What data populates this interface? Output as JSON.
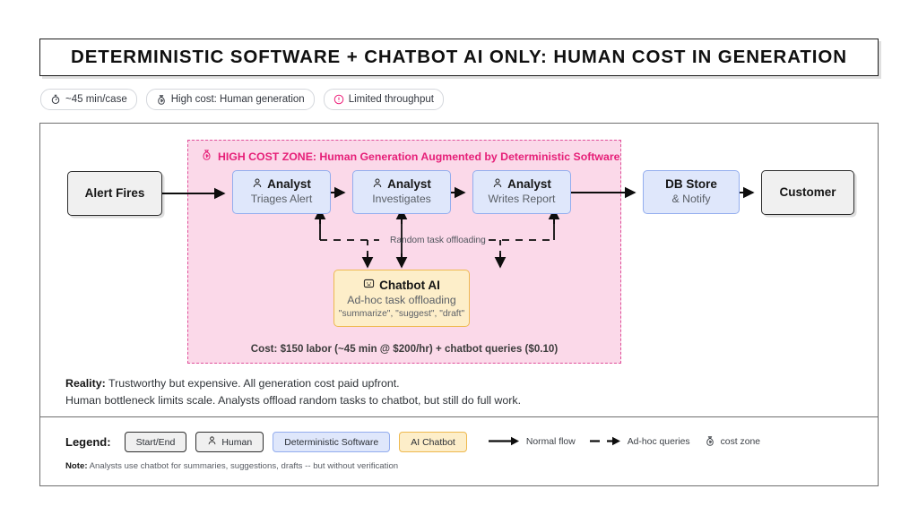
{
  "title": "DETERMINISTIC SOFTWARE + CHATBOT AI ONLY: HUMAN COST IN GENERATION",
  "chips": [
    {
      "icon": "stopwatch-icon",
      "label": "~45 min/case"
    },
    {
      "icon": "money-bag-icon",
      "label": "High cost: Human generation"
    },
    {
      "icon": "warning-circle-icon",
      "label": "Limited throughput"
    }
  ],
  "zone": {
    "icon": "money-bag-icon",
    "title": "HIGH COST ZONE: Human Generation Augmented by Deterministic Software",
    "cost": "Cost: $150 labor (~45 min @ $200/hr) + chatbot queries ($0.10)"
  },
  "nodes": {
    "alert": {
      "title": "Alert Fires",
      "sub": ""
    },
    "triage": {
      "icon": "person-icon",
      "title": "Analyst",
      "sub": "Triages Alert"
    },
    "investigate": {
      "icon": "person-icon",
      "title": "Analyst",
      "sub": "Investigates"
    },
    "report": {
      "icon": "person-icon",
      "title": "Analyst",
      "sub": "Writes Report"
    },
    "db": {
      "title": "DB Store",
      "sub": "& Notify"
    },
    "customer": {
      "title": "Customer",
      "sub": ""
    },
    "chatbot": {
      "icon": "smiley-icon",
      "title": "Chatbot AI",
      "sub": "Ad-hoc task offloading",
      "sub2": "\"summarize\", \"suggest\", \"draft\""
    }
  },
  "edges": {
    "offload_label": "Random task offloading"
  },
  "reality": {
    "label": "Reality:",
    "line1": " Trustworthy but expensive. All generation cost paid upfront.",
    "line2": "Human bottleneck limits scale. Analysts offload random tasks to chatbot, but still do full work."
  },
  "legend": {
    "label": "Legend:",
    "chips": [
      {
        "key": "start-end",
        "label": "Start/End",
        "icon": ""
      },
      {
        "key": "human",
        "label": "Human",
        "icon": "person-icon"
      },
      {
        "key": "deterministic-software",
        "label": "Deterministic Software",
        "icon": ""
      },
      {
        "key": "ai-chatbot",
        "label": "AI Chatbot",
        "icon": ""
      }
    ],
    "keys": [
      {
        "key": "normal-flow",
        "label": "Normal flow",
        "icon": "solid-arrow-icon"
      },
      {
        "key": "ad-hoc-queries",
        "label": "Ad-hoc queries",
        "icon": "dashed-arrow-icon"
      },
      {
        "key": "cost-zone",
        "label": "cost zone",
        "icon": "money-bag-icon"
      }
    ]
  },
  "note": {
    "label": "Note:",
    "text": " Analysts use chatbot for summaries, suggestions, drafts -- but without verification"
  },
  "colors": {
    "zone_fill": "#fbd9e9",
    "zone_border": "#e0509a",
    "zone_title": "#e61f78",
    "human_fill": "#dfe7fb",
    "human_border": "#93adee",
    "ai_fill": "#fdeec9",
    "ai_border": "#eeb94f",
    "terminal_fill": "#f0f0f0",
    "terminal_border": "#2e2e2e"
  }
}
